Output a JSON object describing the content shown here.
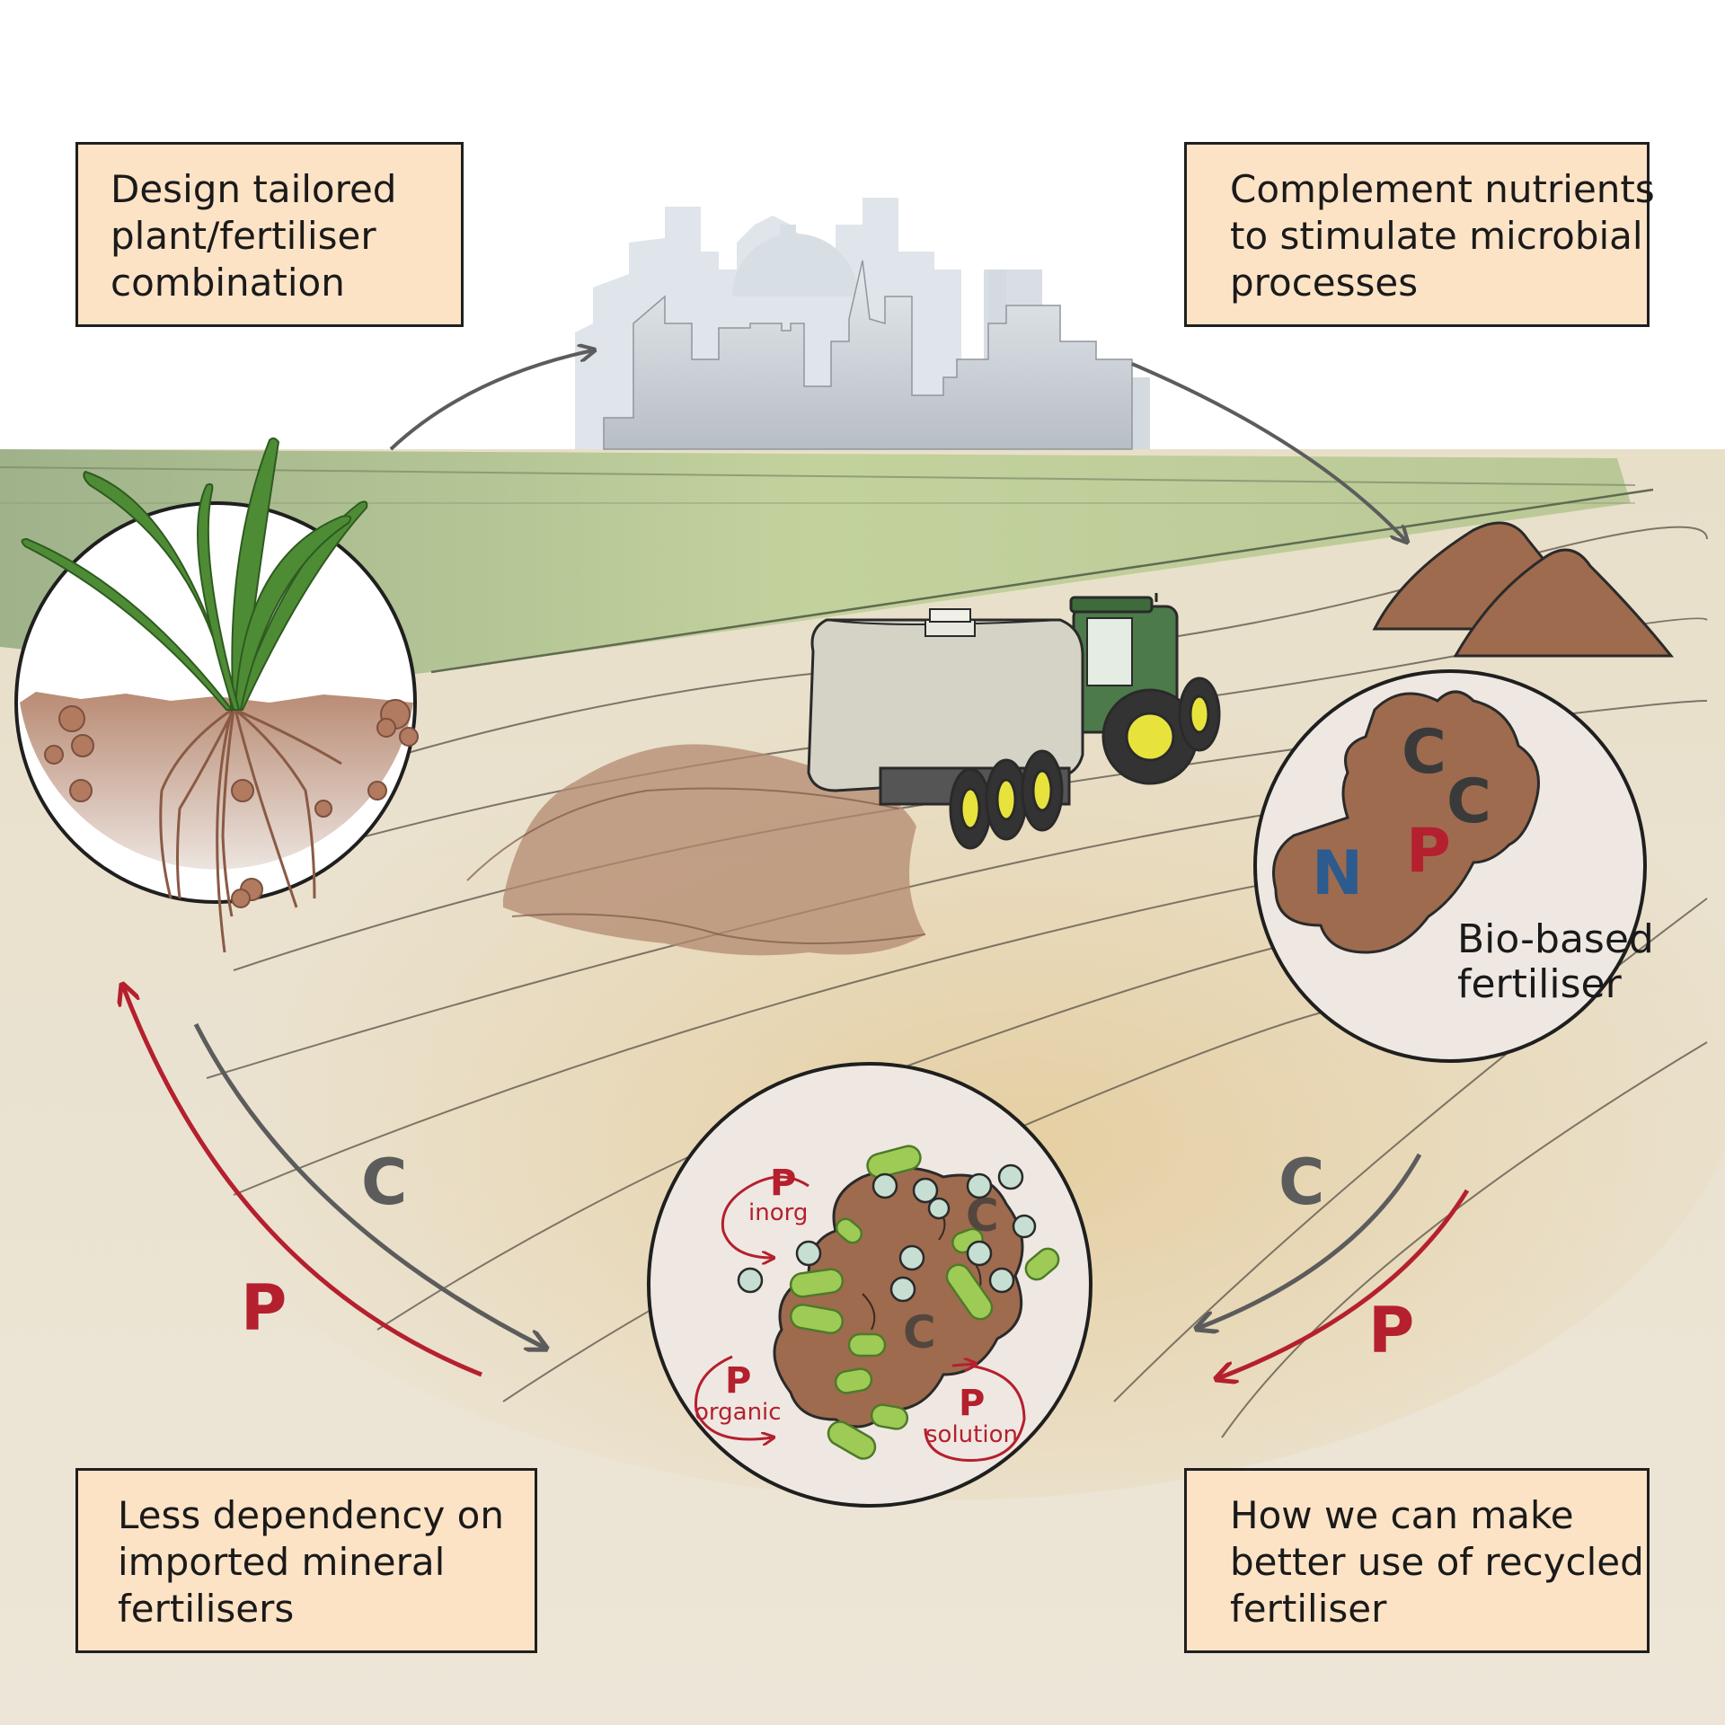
{
  "boxes": {
    "top_left": [
      "Design tailored",
      "plant/fertiliser",
      "combination"
    ],
    "top_right": [
      "Complement nutrients",
      "to stimulate microbial",
      "processes"
    ],
    "bottom_left": [
      "Less dependency on",
      "imported mineral",
      "fertilisers"
    ],
    "bottom_right": [
      "How we can make",
      "better use of recycled",
      "fertiliser"
    ]
  },
  "fertiliser_circle": {
    "letters": [
      "C",
      "C",
      "N",
      "P"
    ],
    "label_line1": "Bio-based",
    "label_line2": "fertiliser"
  },
  "microbe_circle": {
    "pools": [
      {
        "letter": "P",
        "sub": "inorg"
      },
      {
        "letter": "P",
        "sub": "organic"
      },
      {
        "letter": "P",
        "sub": "solution"
      }
    ],
    "carbon": [
      "C",
      "C"
    ]
  },
  "flow_labels": {
    "left_c": "C",
    "left_p": "P",
    "right_c": "C",
    "right_p": "P"
  },
  "colors": {
    "sky": "#ffffff",
    "soil_ground": "#ece3d0",
    "field_green": "#c6d39a",
    "soil_brown": "#9e6b4e",
    "box_fill": "#fde3c6",
    "arrow_grey": "#5c5c5c",
    "arrow_red": "#b5202e",
    "nitrogen_blue": "#2b5b8f",
    "phosphorus_red": "#b5202e",
    "carbon_dark": "#3a3a3a",
    "microbe_green": "#9ecb55",
    "plant_green": "#4d8c35"
  }
}
